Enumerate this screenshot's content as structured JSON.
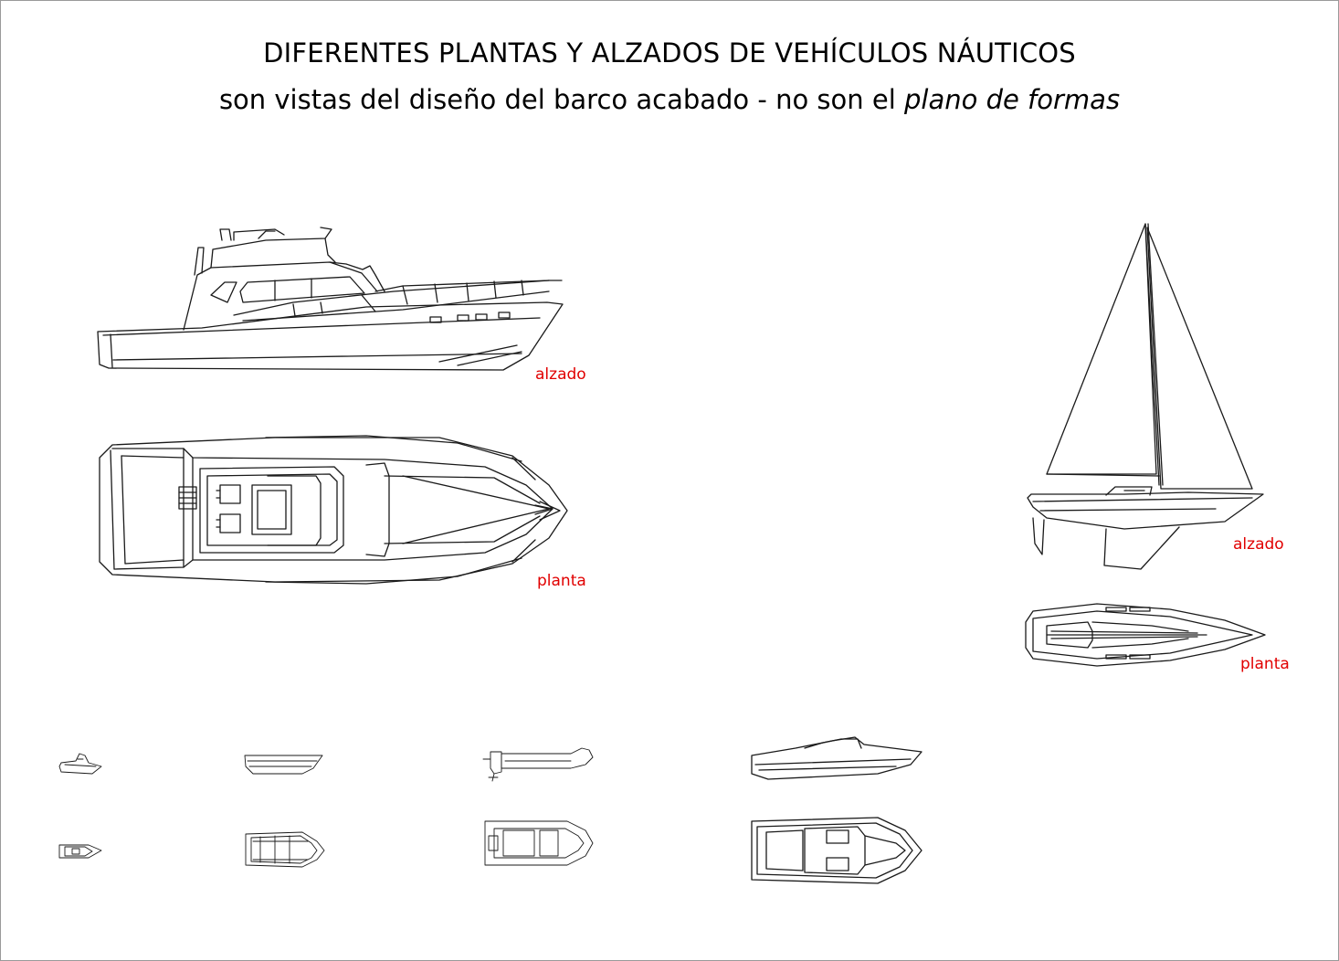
{
  "header": {
    "title": "DIFERENTES PLANTAS Y ALZADOS DE VEHÍCULOS NÁUTICOS",
    "subtitle_main": "son vistas del diseño del barco acabado - no son el ",
    "subtitle_italic": "plano de formas"
  },
  "labels": {
    "yacht_elevation": "alzado",
    "yacht_plan": "planta",
    "sailboat_elevation": "alzado",
    "sailboat_plan": "planta"
  },
  "colors": {
    "label": "#e10000",
    "line": "#1a1a1a",
    "frame": "#9a9a9a"
  }
}
